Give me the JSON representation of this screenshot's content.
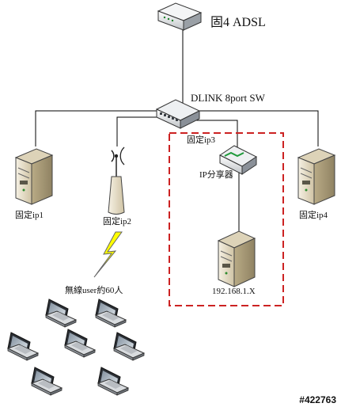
{
  "diagram": {
    "adsl_label": "固4 ADSL",
    "switch_label": "DLINK 8port SW",
    "server_left_label": "固定ip1",
    "antenna_label": "固定ip2",
    "ip3_label": "固定ip3",
    "sharer_label": "IP分享器",
    "server_right_label": "固定ip4",
    "lan_server_label": "192.168.1.X",
    "wireless_label": "無線user約60人",
    "image_id_label": "#422763"
  },
  "colors": {
    "line": "#000000",
    "dashed_box": "#cc2222",
    "bolt_fill": "#ffff00",
    "server_body": "#e9e0c8"
  }
}
